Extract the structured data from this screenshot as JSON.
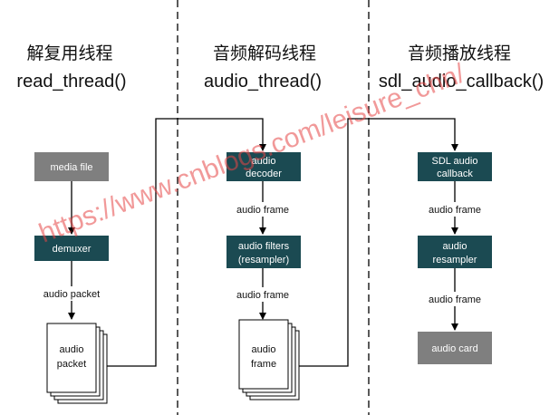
{
  "columns": [
    {
      "title": "解复用线程",
      "func": "read_thread()"
    },
    {
      "title": "音频解码线程",
      "func": "audio_thread()"
    },
    {
      "title": "音频播放线程",
      "func": "sdl_audio_callback()"
    }
  ],
  "blocks": {
    "media_file": "media file",
    "demuxer": "demuxer",
    "audio_decoder": [
      "audio",
      "decoder"
    ],
    "audio_filters": [
      "audio filters",
      "(resampler)"
    ],
    "sdl_callback": [
      "SDL audio",
      "callback"
    ],
    "audio_resampler": [
      "audio",
      "resampler"
    ],
    "audio_card": "audio card"
  },
  "stacks": {
    "audio_packet": [
      "audio",
      "packet"
    ],
    "audio_frame": [
      "audio",
      "frame"
    ]
  },
  "edge_labels": {
    "audio_packet": "audio packet",
    "audio_frame_1": "audio frame",
    "audio_frame_2": "audio frame",
    "audio_frame_3": "audio frame",
    "audio_frame_4": "audio frame"
  },
  "watermark": "https://www.cnblogs.com/leisure_chn/",
  "colors": {
    "gray_block": "#7f7f7f",
    "teal_block": "#1b4a52",
    "line": "#000000",
    "watermark": "#e64646"
  }
}
